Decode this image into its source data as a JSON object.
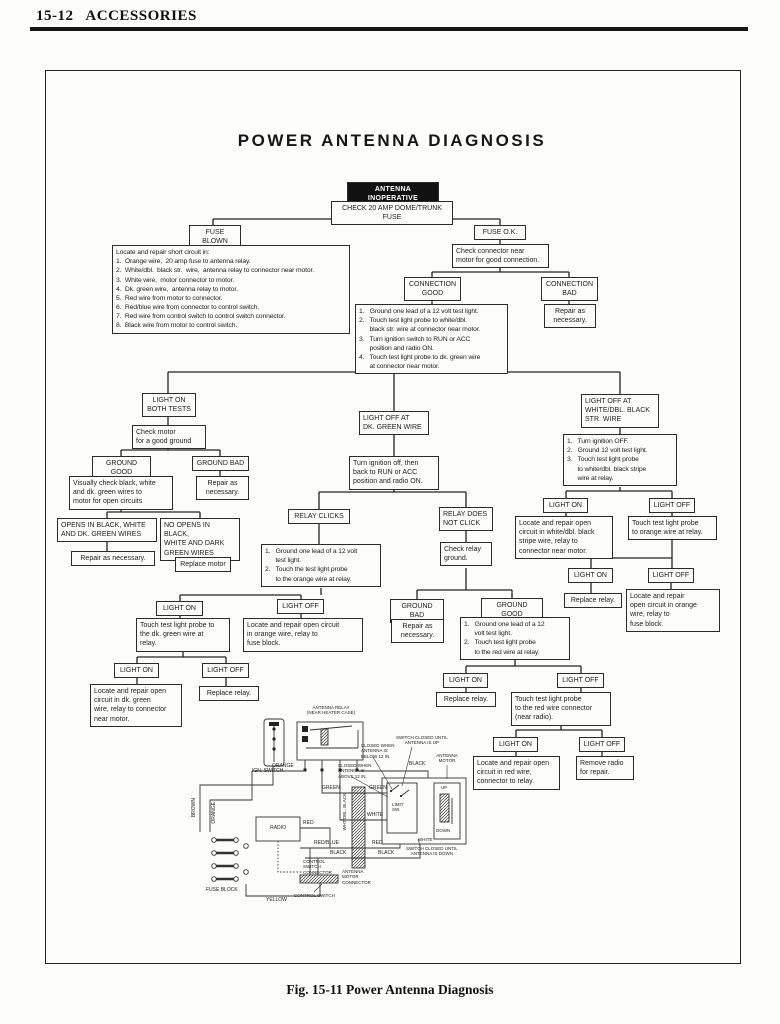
{
  "page": {
    "header": "15-12   ACCESSORIES",
    "title": "POWER ANTENNA DIAGNOSIS",
    "caption": "Fig. 15-11   Power Antenna Diagnosis"
  },
  "flow": {
    "antenna_inoperative": "ANTENNA INOPERATIVE",
    "check_fuse": "CHECK 20 AMP DOME/TRUNK FUSE",
    "fuse_blown": "FUSE BLOWN",
    "fuse_ok": "FUSE O.K.",
    "short_circuit_list": "Locate and repair short circuit in:\n1.  Orange wire,  20 amp fuse to antenna relay.\n2.  White/dbl.  black str.  wire,  antenna relay to connector near motor.\n3.  White wire,  motor connector to motor.\n4.  Dk. green wire,  antenna relay to motor.\n5.  Red wire from motor to connector.\n6.  Red/blue wire from connector to control switch.\n7.  Red wire from control switch to control switch connector.\n8.  Black wire from motor to control switch.",
    "check_connector": "Check connector near\nmotor for good connection.",
    "connection_good": "CONNECTION\nGOOD",
    "connection_bad": "CONNECTION\nBAD",
    "connection_good_steps": "1.   Ground one lead of a 12 volt test light.\n2.   Touch test light probe to white/dbl.\n      black str. wire at connector near motor.\n3.   Turn ignition switch to RUN or ACC\n      position and radio ON.\n4.   Touch test light probe to dk. green wire\n      at connector near motor.",
    "repair_connection_bad": "Repair as\nnecessary.",
    "light_on_both": "LIGHT ON\nBOTH TESTS",
    "check_motor_ground": "Check motor\nfor a good ground",
    "ground_good": "GROUND GOOD",
    "ground_bad": "GROUND BAD",
    "visually_check": "Visually check black, white\nand dk. green wires to\nmotor for open circuits",
    "repair_ground_bad": "Repair as\nnecessary.",
    "opens_wires": "OPENS IN BLACK, WHITE\nAND DK. GREEN WIRES",
    "repair_opens": "Repair as necessary.",
    "no_opens": "NO OPENS IN BLACK,\nWHITE AND DARK\nGREEN WIRES",
    "replace_motor": "Replace motor",
    "light_off_green": "LIGHT OFF AT\nDK. GREEN WIRE",
    "turn_ignition": "Turn ignition off, then\nback to RUN or ACC\nposition and radio ON.",
    "relay_clicks": "RELAY CLICKS",
    "relay_no_click": "RELAY DOES\nNOT CLICK",
    "relay_clicks_steps": "1.   Ground one lead of a 12 volt\n      test light.\n2.   Touch the test light probe\n      to the orange wire at relay.",
    "check_relay_ground": "Check relay\nground.",
    "rc_light_on": "LIGHT ON",
    "rc_light_off": "LIGHT OFF",
    "touch_dk_green": "Touch test light probe to\nthe dk. green wire at\nrelay.",
    "open_orange_1": "Locate and repair open circuit\nin orange wire, relay to\nfuse block.",
    "rc2_light_on": "LIGHT ON",
    "rc2_light_off": "LIGHT OFF",
    "open_dk_green": "Locate and repair open\ncircuit in dk. green\nwire, relay to connector\nnear motor.",
    "replace_relay_1": "Replace relay.",
    "rnc_ground_bad": "GROUND BAD",
    "rnc_ground_good": "GROUND GOOD",
    "rnc_repair": "Repair as\nnecessary.",
    "rnc_steps": "1.   Ground one lead of a 12\n      volt test light.\n2.   Touch test light probe\n      to the red wire at relay.",
    "rnc_light_on": "LIGHT ON",
    "rnc_light_off": "LIGHT OFF",
    "replace_relay_2": "Replace relay.",
    "touch_red_connector": "Touch test light probe\nto the red wire connector\n(near radio).",
    "red_light_on": "LIGHT ON",
    "red_light_off": "LIGHT OFF",
    "open_red": "Locate and repair open\ncircuit in red wire,\nconnector to relay.",
    "remove_radio": "Remove radio\nfor repair.",
    "light_off_white": "LIGHT OFF AT\nWHITE/DBL. BLACK\nSTR. WIRE",
    "white_steps": "1.   Turn ignition OFF.\n2.   Ground 12 volt test light.\n3.   Touch test light probe\n      to white/dbl. black stripe\n      wire at relay.",
    "w_light_on": "LIGHT ON",
    "w_light_off": "LIGHT OFF",
    "open_white": "Locate and repair open\ncircuit in white/dbl. black\nstripe wire, relay to\nconnector near motor.",
    "touch_orange": "Touch test light probe\nto orange wire at relay.",
    "w2_light_on": "LIGHT ON",
    "w2_light_off": "LIGHT OFF",
    "replace_relay_3": "Replace relay.",
    "open_orange_2": "Locate and repair\nopen circuit in orange\nwire, relay to\nfuse block."
  },
  "wiring": {
    "antenna_relay": "ANTENNA RELAY\n(NEAR HEATER CASE)",
    "ign_switch": "IGN. SWITCH",
    "orange_h": "ORANGE",
    "orange_v": "ORANGE",
    "brown_v": "BROWN",
    "green_l": "GREEN",
    "green_r": "GREEN",
    "whtdbl_v": "WHT/DBL. BLACK",
    "white_l": "WHITE",
    "white_r": "WHITE",
    "black_top": "BLACK",
    "black_l": "BLACK",
    "black_r": "BLACK",
    "red_radio": "RED",
    "red_r": "RED",
    "red_blue": "RED/BLUE",
    "yellow": "YELLOW",
    "radio": "RADIO",
    "fuse_block": "FUSE BLOCK",
    "control_switch_connector": "CONTROL\nSWITCH\nCONNECTOR",
    "control_switch": "CONTROL SWITCH",
    "antenna_motor_connector": "ANTENNA\nMOTOR\nCONNECTOR",
    "antenna_motor": "ANTENNA\nMOTOR",
    "limit_sw": "LIMIT\nSW.",
    "up": "UP",
    "down": "DOWN",
    "closed_below": "CLOSED WHEN\nANTENNA IS\nBELOW 12 IN.",
    "closed_above": "CLOSED WHEN\nANTENNA IS\nABOVE 12 IN.",
    "sw_up": "SWITCH CLOSED UNTIL\nANTENNA IS UP",
    "sw_down": "SWITCH CLOSED UNTIL\nANTENNA IS DOWN"
  }
}
